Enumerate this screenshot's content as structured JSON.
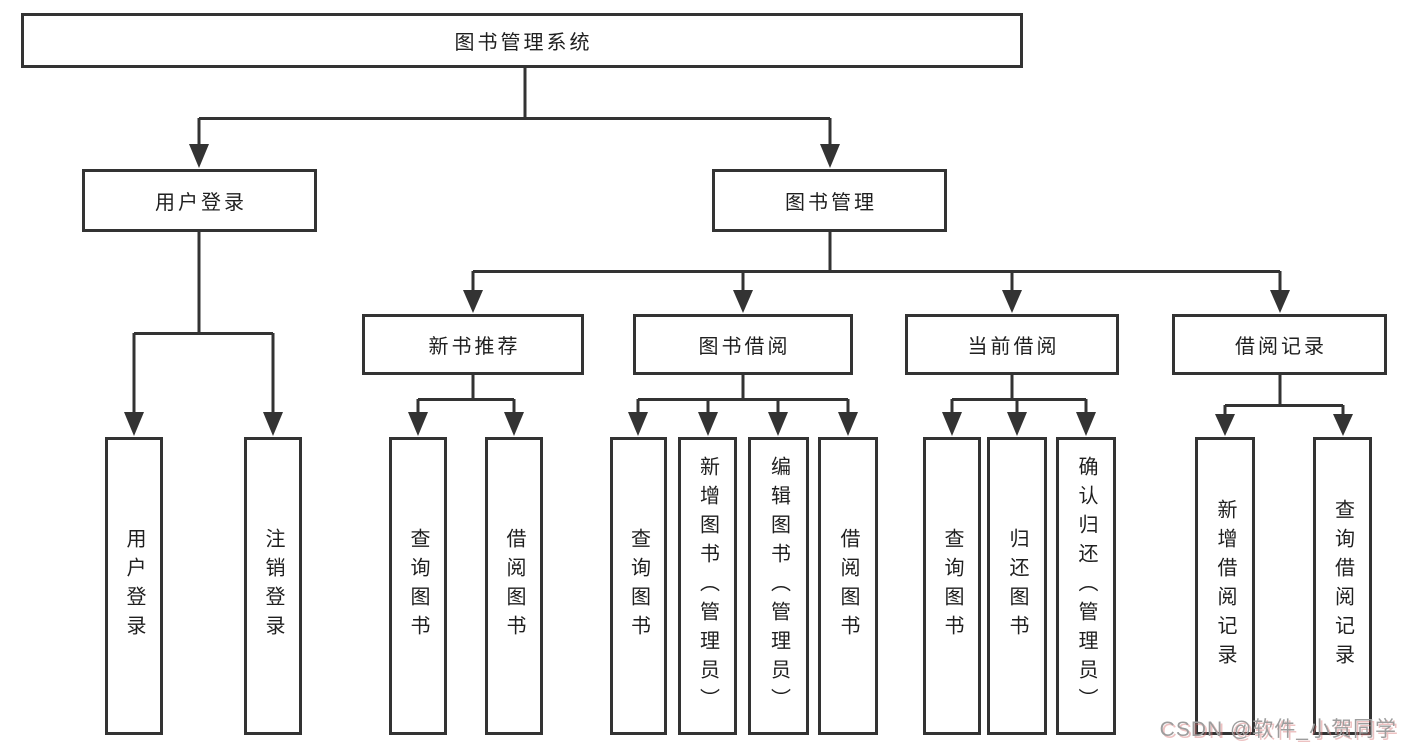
{
  "diagram": {
    "title": "图书管理系统",
    "type": "hierarchy-tree",
    "colors": {
      "line": "#333333",
      "box_border": "#333333",
      "text": "#1f1f1f",
      "background": "#ffffff",
      "watermark": "#9d9d9d"
    },
    "nodes": {
      "root": "图书管理系统",
      "user_login": "用户登录",
      "book_mgmt": "图书管理",
      "new_book_rec": "新书推荐",
      "book_borrow": "图书借阅",
      "current_borrow": "当前借阅",
      "borrow_record": "借阅记录",
      "leaf_user_login": "用户登录",
      "leaf_logout_login": "注销登录",
      "leaf_query_book_1": "查询图书",
      "leaf_borrow_book_1": "借阅图书",
      "leaf_query_book_2": "查询图书",
      "leaf_add_book": "新增图书（管理员）",
      "leaf_edit_book": "编辑图书（管理员）",
      "leaf_borrow_book_2": "借阅图书",
      "leaf_query_book_3": "查询图书",
      "leaf_return_book": "归还图书",
      "leaf_confirm_return": "确认归还（管理员）",
      "leaf_add_borrow_record": "新增借阅记录",
      "leaf_query_borrow_record": "查询借阅记录"
    },
    "structure": [
      {
        "parent": "图书管理系统",
        "children": [
          "用户登录",
          "图书管理"
        ]
      },
      {
        "parent": "用户登录",
        "children": [
          "用户登录",
          "注销登录"
        ]
      },
      {
        "parent": "图书管理",
        "children": [
          "新书推荐",
          "图书借阅",
          "当前借阅",
          "借阅记录"
        ]
      },
      {
        "parent": "新书推荐",
        "children": [
          "查询图书",
          "借阅图书"
        ]
      },
      {
        "parent": "图书借阅",
        "children": [
          "查询图书",
          "新增图书（管理员）",
          "编辑图书（管理员）",
          "借阅图书"
        ]
      },
      {
        "parent": "当前借阅",
        "children": [
          "查询图书",
          "归还图书",
          "确认归还（管理员）"
        ]
      },
      {
        "parent": "借阅记录",
        "children": [
          "新增借阅记录",
          "查询借阅记录"
        ]
      }
    ],
    "watermark": "CSDN @软件_小贺同学"
  }
}
